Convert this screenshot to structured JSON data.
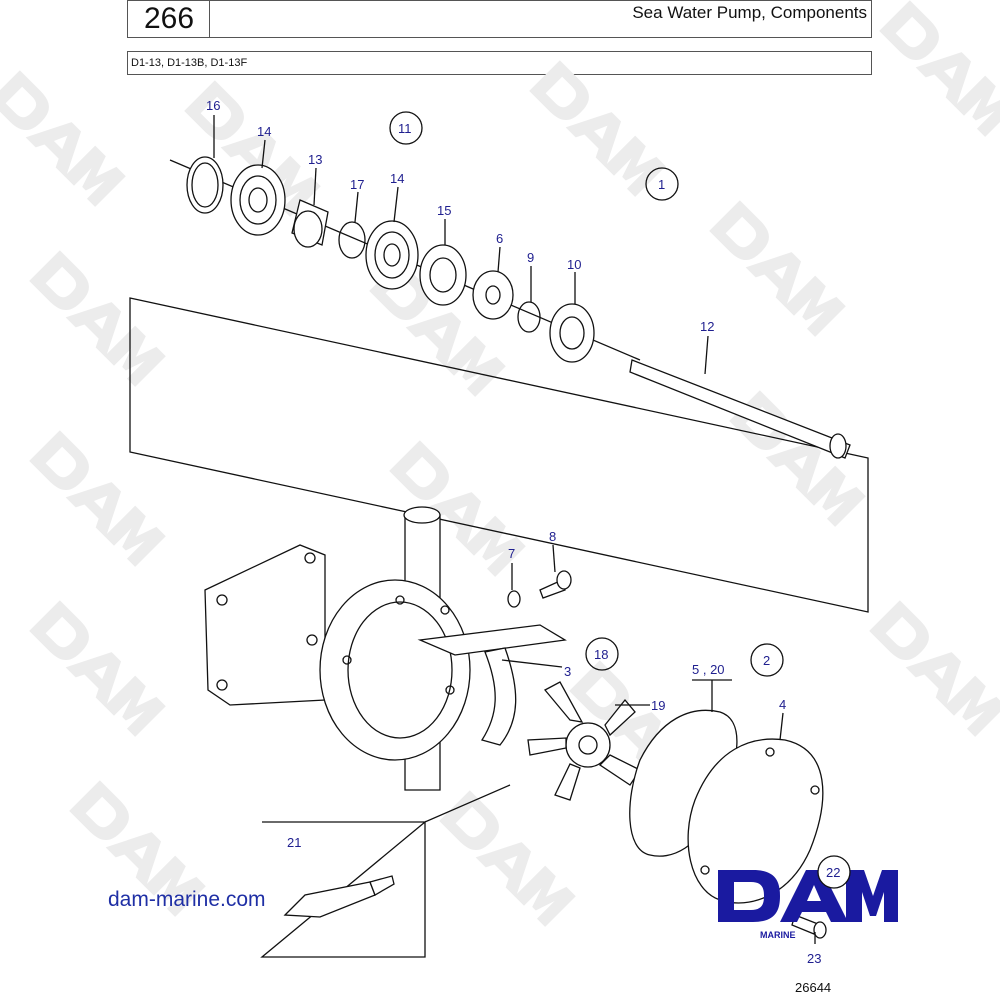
{
  "header": {
    "page_number": "266",
    "title": "Sea Water Pump, Components",
    "models": "D1-13, D1-13B, D1-13F"
  },
  "callouts": {
    "c16": "16",
    "c14a": "14",
    "c13": "13",
    "c17": "17",
    "c14b": "14",
    "c15": "15",
    "c6": "6",
    "c9": "9",
    "c10": "10",
    "c12": "12",
    "c11": "11",
    "c1": "1",
    "c7": "7",
    "c8": "8",
    "c3": "3",
    "c18": "18",
    "c2": "2",
    "c5_20": "5 , 20",
    "c4": "4",
    "c19": "19",
    "c21": "21",
    "c22": "22",
    "c23": "23"
  },
  "footer": {
    "website": "dam-marine.com",
    "figure_number": "26644"
  },
  "logo": {
    "text": "DAM",
    "subtext": "MARINE",
    "color": "#1a1aa0"
  },
  "watermark": "DAM",
  "colors": {
    "callout": "#1f1f8f",
    "line": "#111111"
  }
}
